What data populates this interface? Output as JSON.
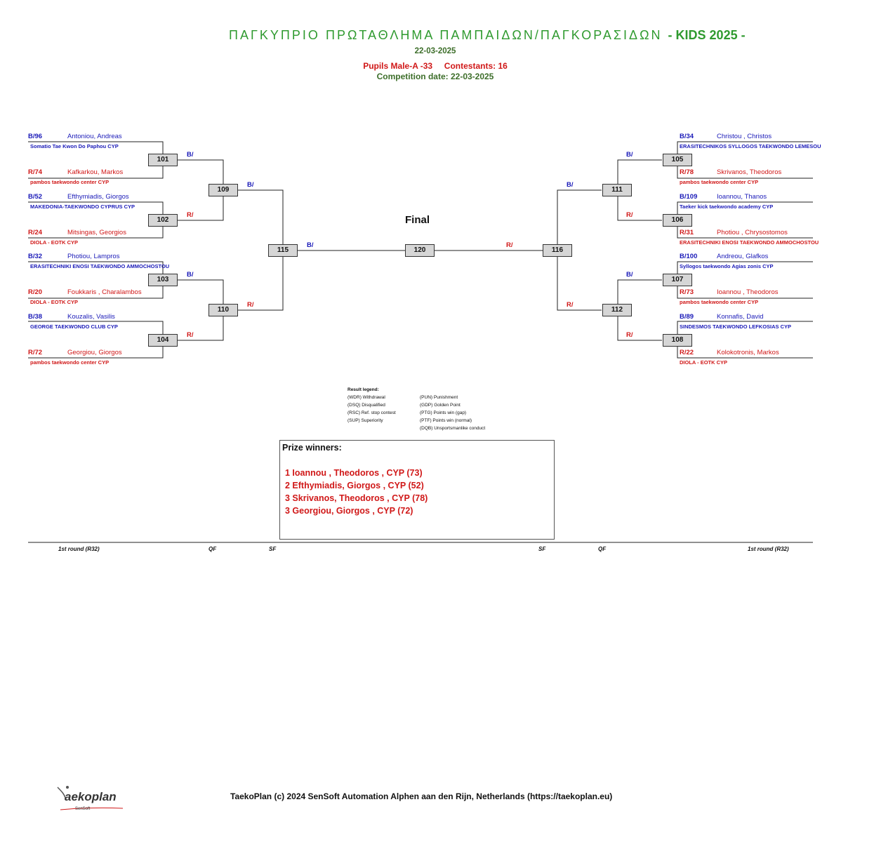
{
  "header": {
    "title": "ΠΑΓΚΥΠΡΙΟ ΠΡΩΤΑΘΛΗΜΑ ΠΑΜΠΑΙΔΩΝ/ΠΑΓΚΟΡΑΣΙΔΩΝ",
    "title_suffix": "- KIDS 2025 -",
    "date": "22-03-2025",
    "category": "Pupils Male-A -33",
    "contestants": "Contestants: 16",
    "competition_date": "Competition date: 22-03-2025"
  },
  "left_entries": [
    {
      "seed": "B/96",
      "name": "Antoniou, Andreas",
      "club": "Somatio Tae Kwon Do Paphou CYP",
      "color": "blue"
    },
    {
      "seed": "R/74",
      "name": "Kafkarkou, Markos",
      "club": "pambos taekwondo center CYP",
      "color": "red"
    },
    {
      "seed": "B/52",
      "name": "Efthymiadis, Giorgos",
      "club": "MAKEDONIA-TAEKWONDO  CYPRUS CYP",
      "color": "blue"
    },
    {
      "seed": "R/24",
      "name": "Mitsingas, Georgios",
      "club": "DIOLA - EOTK CYP",
      "color": "red"
    },
    {
      "seed": "B/32",
      "name": "Photiou, Lampros",
      "club": "ERASITECHNIKI ENOSI TAEKWONDO AMMOCHOSTOU",
      "color": "blue"
    },
    {
      "seed": "R/20",
      "name": "Foukkaris , Charalambos",
      "club": "DIOLA - EOTK CYP",
      "color": "red"
    },
    {
      "seed": "B/38",
      "name": "Kouzalis, Vasilis",
      "club": "GEORGE TAEKWONDO CLUB CYP",
      "color": "blue"
    },
    {
      "seed": "R/72",
      "name": "Georgiou, Giorgos",
      "club": "pambos taekwondo center CYP",
      "color": "red"
    }
  ],
  "right_entries": [
    {
      "seed": "B/34",
      "name": "Christou , Christos",
      "club": "ERASITECHNIKOS SYLLOGOS TAEKWONDO LEMESOU",
      "color": "blue"
    },
    {
      "seed": "R/78",
      "name": "Skrivanos, Theodoros",
      "club": "pambos taekwondo center CYP",
      "color": "red"
    },
    {
      "seed": "B/109",
      "name": "Ioannou, Thanos",
      "club": "Taeker kick  taekwondo academy  CYP",
      "color": "blue"
    },
    {
      "seed": "R/31",
      "name": "Photiou , Chrysostomos",
      "club": "ERASITECHNIKI ENOSI TAEKWONDO AMMOCHOSTOU",
      "color": "red"
    },
    {
      "seed": "B/100",
      "name": "Andreou, Glafkos",
      "club": "Syllogos taekwondo Agias zonis CYP",
      "color": "blue"
    },
    {
      "seed": "R/73",
      "name": "Ioannou , Theodoros",
      "club": "pambos taekwondo center CYP",
      "color": "red"
    },
    {
      "seed": "B/89",
      "name": "Konnafis, David",
      "club": "SINDESMOS TAEKWONDO LEFKOSIAS CYP",
      "color": "blue"
    },
    {
      "seed": "R/22",
      "name": "Kolokotronis, Markos",
      "club": "DIOLA - EOTK CYP",
      "color": "red"
    }
  ],
  "matches": {
    "m101": "101",
    "m102": "102",
    "m103": "103",
    "m104": "104",
    "m105": "105",
    "m106": "106",
    "m107": "107",
    "m108": "108",
    "m109": "109",
    "m110": "110",
    "m111": "111",
    "m112": "112",
    "m115": "115",
    "m116": "116",
    "m120": "120"
  },
  "corner_labels": {
    "blue": "B/",
    "red": "R/"
  },
  "final_label": "Final",
  "legend": {
    "title": "Result legend:",
    "left": [
      "(WDR) Withdrawal",
      "(DSQ) Disqualified",
      "(RSC) Ref. stop contest",
      "(SUP) Superiority"
    ],
    "right": [
      "(PUN) Punishment",
      "(GDP) Golden Point",
      "(PTG) Points win (gap)",
      "(PTF) Points win (normal)",
      "(DQB) Unsportsmanlike conduct"
    ]
  },
  "prize_winners": {
    "title": "Prize winners:",
    "list": [
      "1 Ioannou , Theodoros , CYP (73)",
      "2 Efthymiadis, Giorgos , CYP (52)",
      "3 Skrivanos, Theodoros , CYP (78)",
      "3 Georgiou, Giorgos , CYP (72)"
    ]
  },
  "rounds": {
    "left_r32": "1st round (R32)",
    "left_qf": "QF",
    "left_sf": "SF",
    "right_sf": "SF",
    "right_qf": "QF",
    "right_r32": "1st round (R32)"
  },
  "footer": "TaekoPlan (c) 2024 SenSoft Automation Alphen aan den Rijn, Netherlands (https://taekoplan.eu)",
  "logo": {
    "text": "aekoplan",
    "sub": "SenSoft"
  },
  "colors": {
    "blue": "#1a1ab8",
    "red": "#d01818",
    "green": "#2f9a2f",
    "box": "#d6d6d6"
  }
}
